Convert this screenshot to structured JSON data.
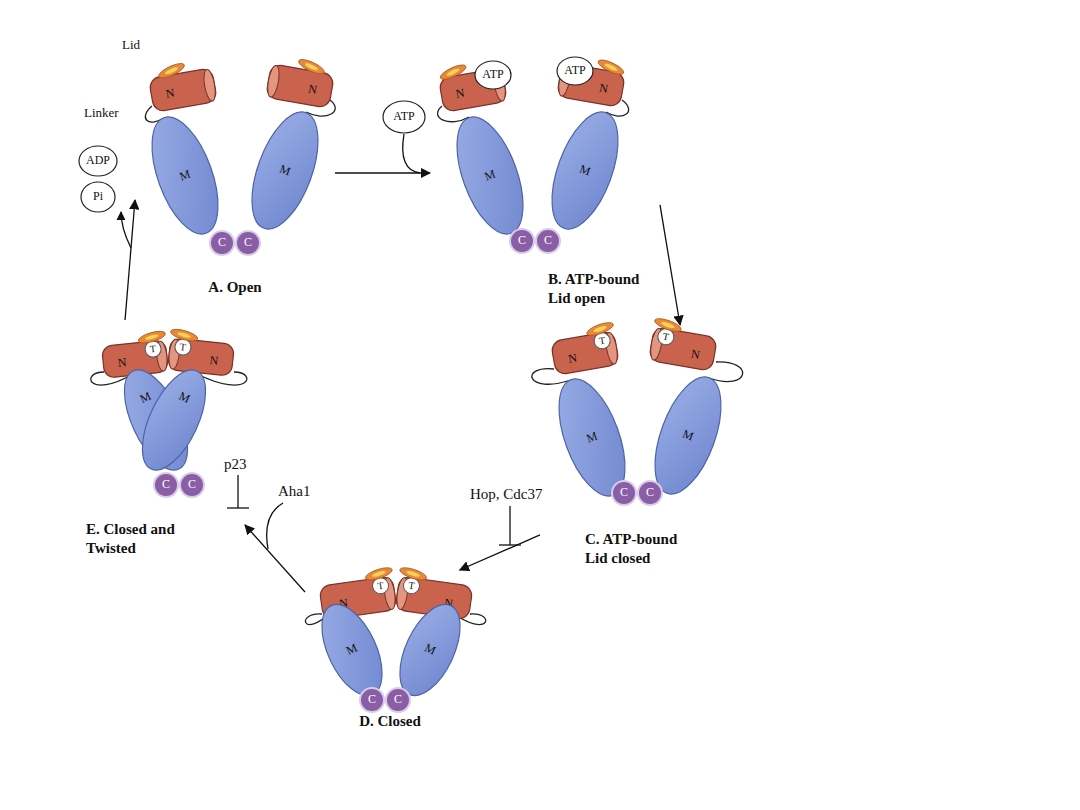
{
  "diagram": {
    "nodes": [
      {
        "text": [
          "A. Open"
        ]
      },
      {
        "text": [
          "N"
        ],
        "in": 0
      },
      {
        "text": [
          "N"
        ],
        "in": 0
      },
      {
        "text": [
          "M"
        ],
        "in": 0
      },
      {
        "text": [
          "M"
        ],
        "in": 0
      },
      {
        "text": [
          "C"
        ],
        "in": 0
      },
      {
        "text": [
          "C"
        ],
        "in": 0
      },
      {
        "text": [
          "ADP"
        ]
      },
      {
        "text": [
          "Pi"
        ]
      },
      {
        "text": [
          "ATP"
        ]
      },
      {
        "text": [
          "B. ATP-bound Lid open"
        ]
      },
      {
        "text": [
          "N"
        ],
        "in": 10
      },
      {
        "text": [
          "ATP"
        ],
        "in": 10
      },
      {
        "text": [
          "N"
        ],
        "in": 10
      },
      {
        "text": [
          "ATP"
        ],
        "in": 10
      },
      {
        "text": [
          "M"
        ],
        "in": 10
      },
      {
        "text": [
          "M"
        ],
        "in": 10
      },
      {
        "text": [
          "C"
        ],
        "in": 10
      },
      {
        "text": [
          "C"
        ],
        "in": 10
      },
      {
        "text": [
          "C. ATP-bound Lid closed"
        ]
      },
      {
        "text": [
          "N",
          "T"
        ],
        "in": 19
      },
      {
        "text": [
          "T",
          "N"
        ],
        "in": 19
      },
      {
        "text": [
          "M"
        ],
        "in": 19
      },
      {
        "text": [
          "M"
        ],
        "in": 19
      },
      {
        "text": [
          "C"
        ],
        "in": 19
      },
      {
        "text": [
          "C"
        ],
        "in": 19
      },
      {
        "text": [
          "D. Closed"
        ]
      },
      {
        "text": [
          "N",
          "T"
        ],
        "in": 26
      },
      {
        "text": [
          "T",
          "N"
        ],
        "in": 26
      },
      {
        "text": [
          "M"
        ],
        "in": 26
      },
      {
        "text": [
          "M"
        ],
        "in": 26
      },
      {
        "text": [
          "C"
        ],
        "in": 26
      },
      {
        "text": [
          "C"
        ],
        "in": 26
      },
      {
        "text": [
          "E. Closed and Twisted"
        ]
      },
      {
        "text": [
          "N",
          "T"
        ],
        "in": 33
      },
      {
        "text": [
          "T",
          "N"
        ],
        "in": 33
      },
      {
        "text": [
          "M"
        ],
        "in": 33
      },
      {
        "text": [
          "M"
        ],
        "in": 33
      },
      {
        "text": [
          "C"
        ],
        "in": 33
      },
      {
        "text": [
          "C"
        ],
        "in": 33
      }
    ],
    "edges": [
      {
        "from": 0,
        "to": 10,
        "arrow": "to"
      },
      {
        "from": 10,
        "to": 19,
        "arrow": "to"
      },
      {
        "from": 19,
        "to": 26,
        "arrow": "to"
      },
      {
        "from": 26,
        "to": 33,
        "arrow": "to"
      },
      {
        "from": 33,
        "to": 0,
        "arrow": "to"
      }
    ],
    "labels": [
      "Lid",
      "Linker",
      "Hop, Cdc37",
      "p23",
      "Aha1"
    ]
  }
}
